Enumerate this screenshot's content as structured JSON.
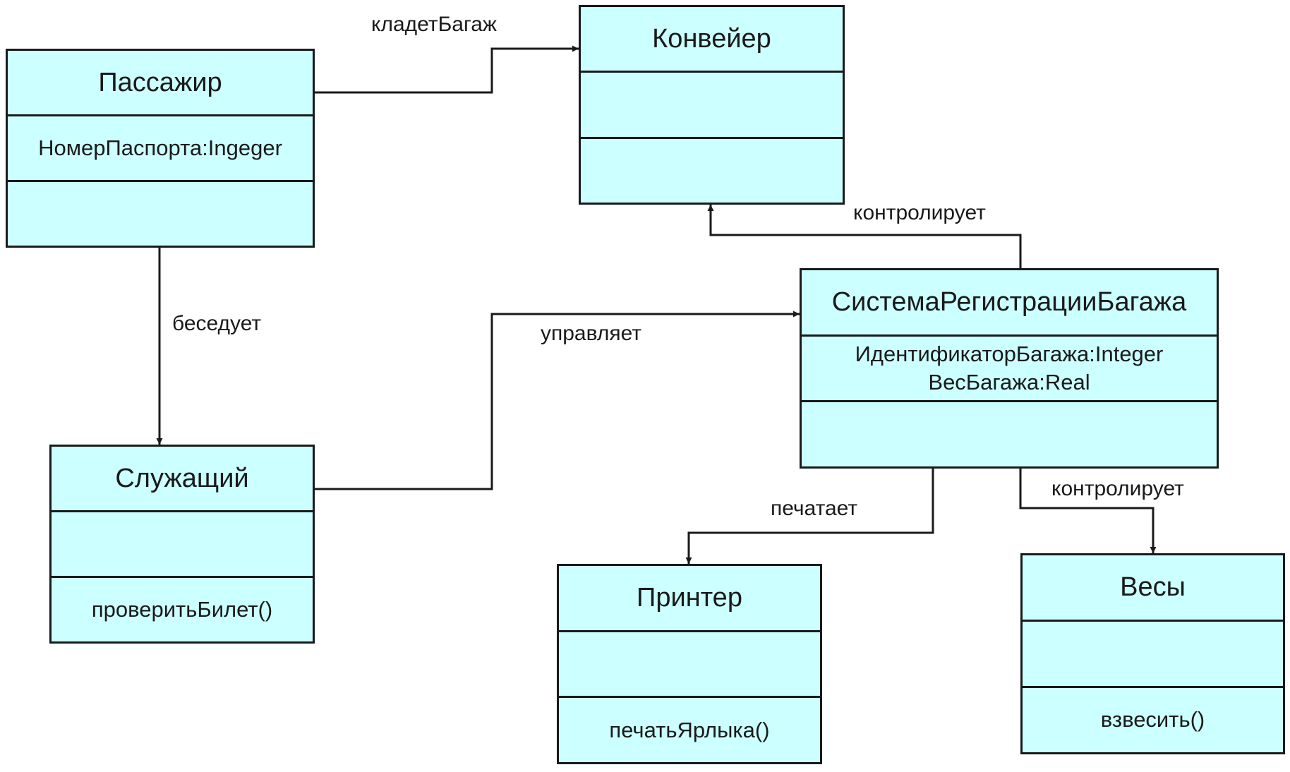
{
  "colors": {
    "box_fill": "#ccffff",
    "line": "#1a1a1a"
  },
  "classes": {
    "passenger": {
      "name": "Пассажир",
      "attributes": [
        "НомерПаспорта:Ingeger"
      ],
      "operations": []
    },
    "conveyor": {
      "name": "Конвейер",
      "attributes": [],
      "operations": []
    },
    "employee": {
      "name": "Служащий",
      "attributes": [],
      "operations": [
        "проверитьБилет()"
      ]
    },
    "baggage_system": {
      "name": "СистемаРегистрацииБагажа",
      "attributes": [
        "ИдентификаторБагажа:Integer",
        "ВесБагажа:Real"
      ],
      "operations": []
    },
    "printer": {
      "name": "Принтер",
      "attributes": [],
      "operations": [
        "печатьЯрлыка()"
      ]
    },
    "scales": {
      "name": "Весы",
      "attributes": [],
      "operations": [
        "взвесить()"
      ]
    }
  },
  "associations": {
    "puts_baggage": {
      "label": "кладетБагаж",
      "from": "passenger",
      "to": "conveyor"
    },
    "talks_to": {
      "label": "беседует",
      "from": "passenger",
      "to": "employee"
    },
    "manages": {
      "label": "управляет",
      "from": "employee",
      "to": "baggage_system"
    },
    "controls_conveyor": {
      "label": "контролирует",
      "from": "baggage_system",
      "to": "conveyor"
    },
    "prints": {
      "label": "печатает",
      "from": "baggage_system",
      "to": "printer"
    },
    "controls_scales": {
      "label": "контролирует",
      "from": "baggage_system",
      "to": "scales"
    }
  }
}
